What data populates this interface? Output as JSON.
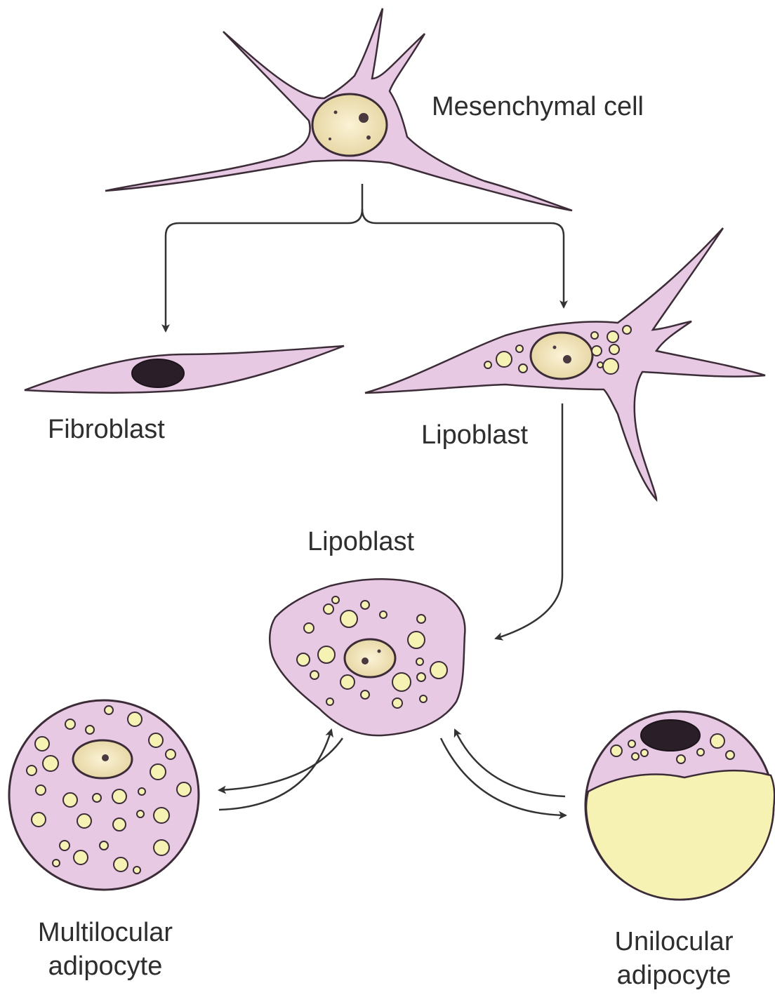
{
  "labels": {
    "mesenchymal": "Mesenchymal cell",
    "fibroblast": "Fibroblast",
    "lipoblast_1": "Lipoblast",
    "lipoblast_2": "Lipoblast",
    "multilocular_line1": "Multilocular",
    "multilocular_line2": "adipocyte",
    "unilocular_line1": "Unilocular",
    "unilocular_line2": "adipocyte"
  },
  "colors": {
    "cytoplasm": "#e7c9e3",
    "outline": "#3c2c38",
    "lipid": "#f6f2b4",
    "nucleus": "#efe0b8",
    "dark_nucleus": "#2a1f28",
    "text": "#2e2e2e",
    "arrow": "#333333"
  }
}
